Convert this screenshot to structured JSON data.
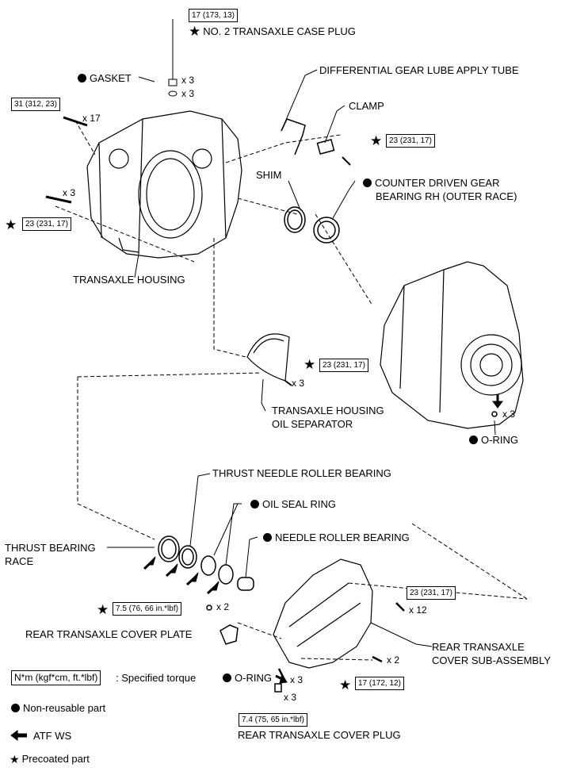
{
  "torque": {
    "case_plug": "17 (173, 13)",
    "housing_bolt_a": "31 (312, 23)",
    "clamp_bolt": "23 (231, 17)",
    "housing_bolt_b": "23 (231, 17)",
    "separator_bolt": "23 (231, 17)",
    "cover_bolt": "23 (231, 17)",
    "plate_bolt": "7.5 (76, 66 in.*lbf)",
    "cover_bolt_b": "17 (172, 12)",
    "plug": "7.4 (75, 65 in.*lbf)"
  },
  "labels": {
    "case_plug": "NO. 2 TRANSAXLE CASE PLUG",
    "gasket": "GASKET",
    "lube_tube": "DIFFERENTIAL GEAR LUBE APPLY TUBE",
    "clamp": "CLAMP",
    "shim": "SHIM",
    "counter_gear_1": "COUNTER DRIVEN GEAR",
    "counter_gear_2": "BEARING RH (OUTER RACE)",
    "housing": "TRANSAXLE HOUSING",
    "separator_1": "TRANSAXLE HOUSING",
    "separator_2": "OIL SEPARATOR",
    "oring_right": "O-RING",
    "thrust_needle": "THRUST NEEDLE ROLLER BEARING",
    "oil_seal": "OIL SEAL RING",
    "needle_bearing": "NEEDLE ROLLER BEARING",
    "thrust_race_1": "THRUST BEARING",
    "thrust_race_2": "RACE",
    "cover_plate": "REAR TRANSAXLE COVER PLATE",
    "cover_sub_1": "REAR TRANSAXLE",
    "cover_sub_2": "COVER SUB-ASSEMBLY",
    "oring_bottom": "O-RING",
    "cover_plug": "REAR TRANSAXLE COVER PLUG"
  },
  "quantities": {
    "case_plug": "x 3",
    "gasket": "x 3",
    "housing_bolt_a": "x 17",
    "housing_bolt_b": "x 3",
    "separator_bolt": "x 3",
    "oring_right": "x 3",
    "plate_bolt": "x 2",
    "cover_bolt": "x 12",
    "cover_bolt_b": "x 2",
    "oring_bottom": "x 3",
    "plug": "x 3"
  },
  "legend": {
    "torque_box": "N*m (kgf*cm, ft.*lbf)",
    "torque_text": ": Specified torque",
    "non_reusable": "Non-reusable part",
    "atf": "ATF WS",
    "precoated": "Precoated part"
  }
}
